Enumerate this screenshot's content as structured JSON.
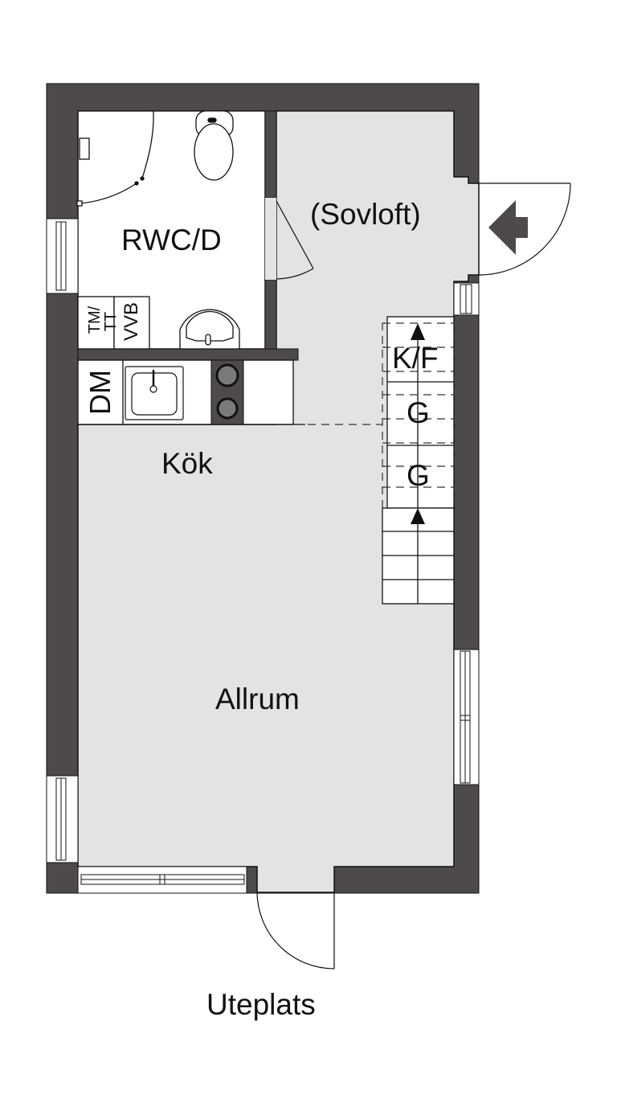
{
  "floorplan": {
    "rooms": [
      {
        "id": "bathroom",
        "label": "RWC/D"
      },
      {
        "id": "loft",
        "label": "(Sovloft)"
      },
      {
        "id": "kitchen",
        "label": "Kök"
      },
      {
        "id": "living",
        "label": "Allrum"
      },
      {
        "id": "patio",
        "label": "Uteplats"
      }
    ],
    "appliances": {
      "tm_tt": "TM/\nTT",
      "tm": "TM/",
      "tt": "TT",
      "vvb": "VVB",
      "dm": "DM"
    },
    "stairs": {
      "steps": [
        "K/F",
        "G",
        "G"
      ]
    },
    "icons": [
      "entrance-arrow-icon",
      "toilet-icon",
      "washbasin-icon",
      "shower-icon",
      "sink-icon",
      "stove-icon",
      "stair-arrow-icon"
    ],
    "colors": {
      "wall": "#4e4a4a",
      "floor": "#e3e3e3",
      "wet_room": "#ffffff",
      "line": "#111111"
    }
  }
}
